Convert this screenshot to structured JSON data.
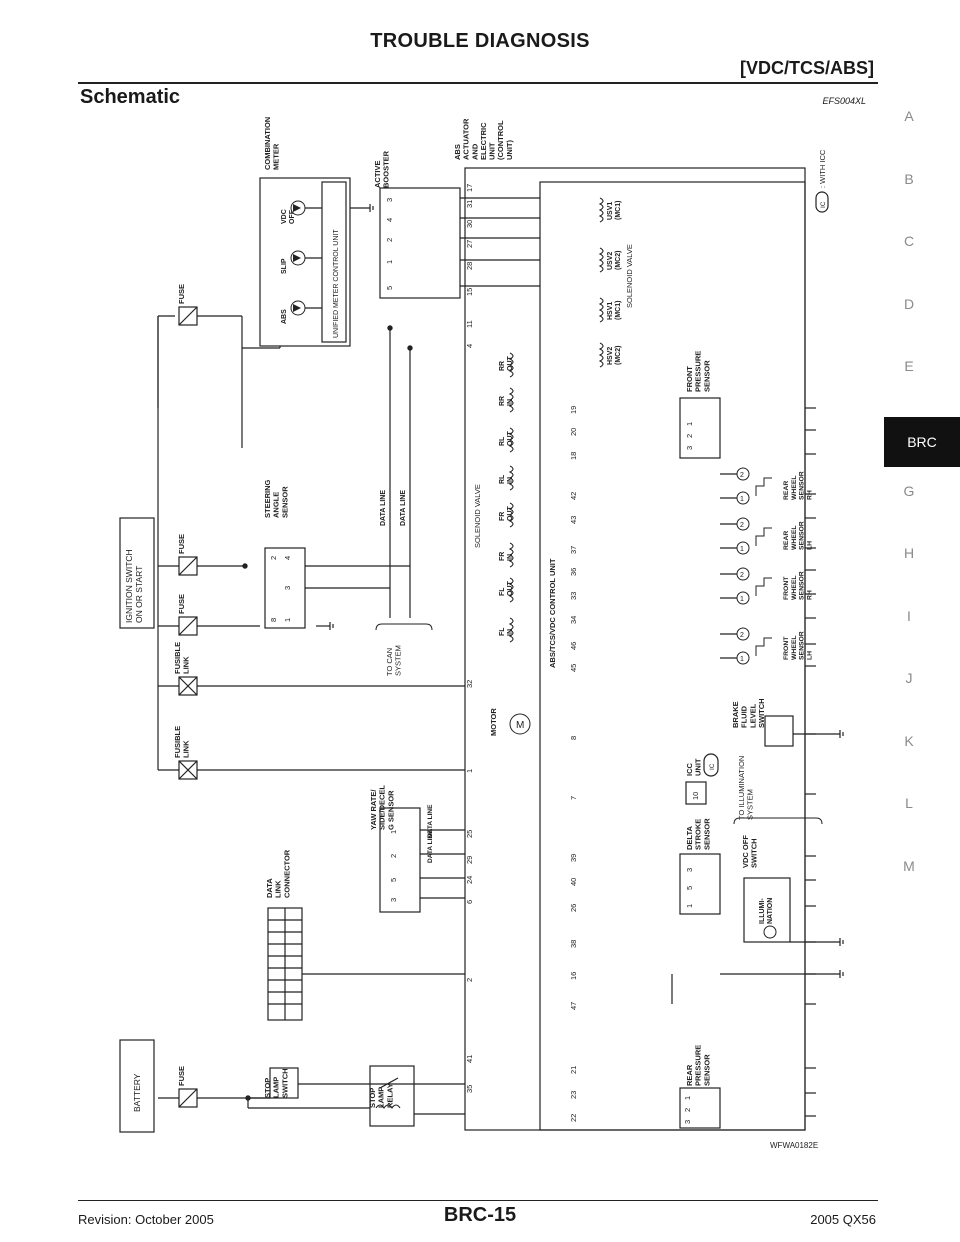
{
  "header": {
    "title": "TROUBLE DIAGNOSIS",
    "subtitle": "[VDC/TCS/ABS]"
  },
  "section": {
    "title": "Schematic",
    "code": "EFS004XL"
  },
  "side_index": [
    "A",
    "B",
    "C",
    "D",
    "E",
    "BRC",
    "G",
    "H",
    "I",
    "J",
    "K",
    "L",
    "M"
  ],
  "side_index_active": "BRC",
  "footer": {
    "left": "Revision: October 2005",
    "center": "BRC-15",
    "right": "2005 QX56"
  },
  "diagram": {
    "figure_code": "WFWA0182E",
    "legend_note": ": WITH ICC",
    "legend_badge": "IC",
    "ignition": [
      "IGNITION SWITCH",
      "ON OR START"
    ],
    "battery": "BATTERY",
    "fuse": "FUSE",
    "fusible_link": [
      "FUSIBLE",
      "LINK"
    ],
    "combination_meter": [
      "COMBINATION",
      "METER"
    ],
    "unified_meter": "UNIFIED METER CONTROL UNIT",
    "lamps": [
      "ABS",
      "SLIP",
      "VDC OFF"
    ],
    "active_booster": [
      "ACTIVE",
      "BOOSTER"
    ],
    "active_booster_pins": [
      "5",
      "1",
      "2",
      "4",
      "3"
    ],
    "abs_actuator": [
      "ABS",
      "ACTUATOR",
      "AND",
      "ELECTRIC",
      "UNIT",
      "(CONTROL",
      "UNIT)"
    ],
    "control_unit": "ABS/TCS/VDC CONTROL UNIT",
    "solenoid_valve": "SOLENOID VALVE",
    "upper_valves": [
      "HSV2 (MC2)",
      "HSV1 (MC1)",
      "USV2 (MC2)",
      "USV1 (MC1)"
    ],
    "lower_valves": [
      "FL IN",
      "FL OUT",
      "FR IN",
      "FR OUT",
      "RL IN",
      "RL OUT",
      "RR IN",
      "RR OUT"
    ],
    "motor": "MOTOR",
    "motor_symbol": "M",
    "steering_sensor": [
      "STEERING",
      "ANGLE",
      "SENSOR"
    ],
    "steering_pins": [
      "8",
      "1",
      "3",
      "2",
      "4"
    ],
    "data_line": "DATA LINE",
    "to_can": [
      "TO CAN",
      "SYSTEM"
    ],
    "yaw_sensor": [
      "YAW RATE/",
      "SIDE/DECEL",
      "G SENSOR"
    ],
    "yaw_pins": [
      "3",
      "5",
      "2",
      "1"
    ],
    "dlc": [
      "DATA",
      "LINK",
      "CONNECTOR"
    ],
    "stop_switch": [
      "STOP",
      "LAMP",
      "SWITCH"
    ],
    "stop_relay": [
      "STOP",
      "LAMP",
      "RELAY"
    ],
    "front_pressure": [
      "FRONT",
      "PRESSURE",
      "SENSOR"
    ],
    "rear_pressure": [
      "REAR",
      "PRESSURE",
      "SENSOR"
    ],
    "pressure_pins": [
      "3",
      "2",
      "1"
    ],
    "wheel_sensors": [
      [
        "REAR",
        "WHEEL",
        "SENSOR",
        "RH"
      ],
      [
        "REAR",
        "WHEEL",
        "SENSOR",
        "LH"
      ],
      [
        "FRONT",
        "WHEEL",
        "SENSOR",
        "RH"
      ],
      [
        "FRONT",
        "WHEEL",
        "SENSOR",
        "LH"
      ]
    ],
    "brake_fluid": [
      "BRAKE",
      "FLUID",
      "LEVEL",
      "SWITCH"
    ],
    "icc_unit": [
      "ICC",
      "UNIT"
    ],
    "icc_pin": "10",
    "delta_stroke": [
      "DELTA",
      "STROKE",
      "SENSOR"
    ],
    "delta_pins": [
      "1",
      "5",
      "3"
    ],
    "vdc_off_switch": [
      "VDC OFF",
      "SWITCH"
    ],
    "illumination": [
      "ILLUMI-",
      "NATION"
    ],
    "to_illumination": [
      "TO ILLUMINATION",
      "SYSTEM"
    ],
    "top_pins": [
      "4",
      "11",
      "15",
      "28",
      "27",
      "30",
      "31",
      "17"
    ],
    "left_pins": [
      "32",
      "1",
      "25",
      "29",
      "24",
      "6",
      "2",
      "41",
      "35"
    ],
    "right_pins": [
      "19",
      "20",
      "18",
      "42",
      "43",
      "37",
      "36",
      "33",
      "34",
      "46",
      "45",
      "8",
      "7",
      "39",
      "40",
      "26",
      "38",
      "16",
      "47",
      "21",
      "23",
      "22"
    ]
  }
}
